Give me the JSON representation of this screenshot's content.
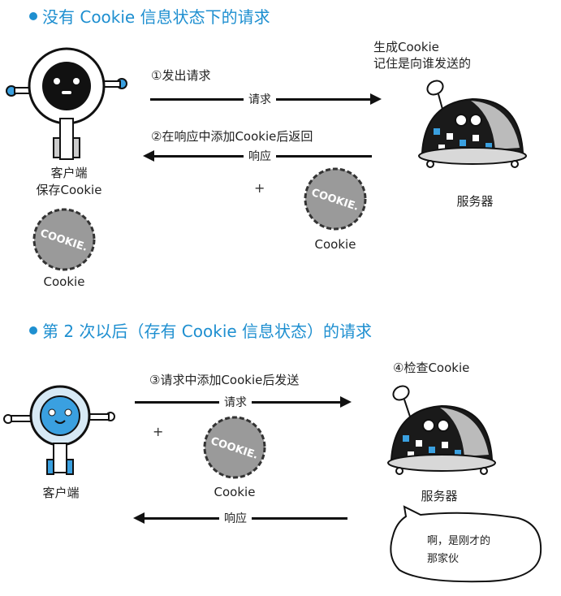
{
  "section1": {
    "heading": "没有 Cookie 信息状态下的请求",
    "step1": "①发出请求",
    "step2": "②在响应中添加Cookie后返回",
    "request_tag": "请求",
    "response_tag": "响应",
    "client_label_line1": "客户端",
    "client_label_line2": "保存Cookie",
    "server_note_line1": "生成Cookie",
    "server_note_line2": "记住是向谁发送的",
    "server_label": "服务器",
    "plus": "+",
    "cookie_label_server": "Cookie",
    "cookie_label_client": "Cookie"
  },
  "section2": {
    "heading": "第 2 次以后（存有 Cookie 信息状态）的请求",
    "step3": "③请求中添加Cookie后发送",
    "step4": "④检查Cookie",
    "request_tag": "请求",
    "response_tag": "响应",
    "client_label": "客户端",
    "server_label": "服务器",
    "plus": "+",
    "cookie_label": "Cookie",
    "bubble_line1": "啊，是刚才的",
    "bubble_line2": "那家伙"
  },
  "cookie_text": "COOKIE.",
  "colors": {
    "accent": "#1e8fd0",
    "client_blue": "#3aa0e0",
    "cookie_gray": "#9a9a9a"
  }
}
